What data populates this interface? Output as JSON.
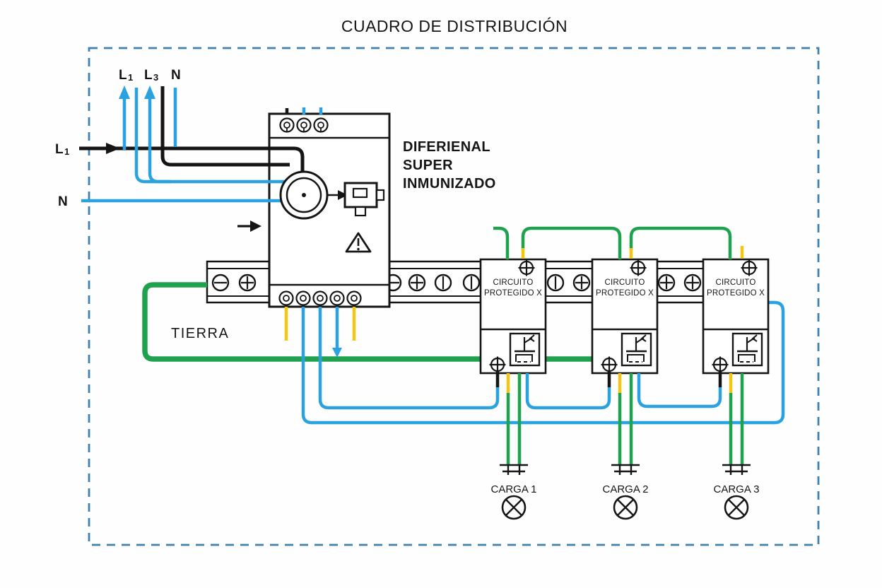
{
  "title": "CUADRO DE DISTRIBUCIÓN",
  "colors": {
    "phase_wire": "#151515",
    "neutral_wire": "#29a2df",
    "ground_wire": "#1ea24e",
    "control_wire": "#f5c513",
    "panel_border": "#4181ad"
  },
  "incoming": {
    "top_labels": [
      {
        "main": "L",
        "sub": "1"
      },
      {
        "main": "L",
        "sub": "3"
      },
      {
        "main": "N",
        "sub": ""
      }
    ],
    "left_phase": {
      "main": "L",
      "sub": "1"
    },
    "left_neutral": {
      "main": "N",
      "sub": ""
    }
  },
  "breaker": {
    "label_line1": "DIFERIENAL",
    "label_line2": "SUPER",
    "label_line3": "INMUNIZADO"
  },
  "ground_label": "TIERRA",
  "modules": [
    {
      "label_line1": "CIRCUITO",
      "label_line2": "PROTEGIDO X"
    },
    {
      "label_line1": "CIRCUITO",
      "label_line2": "PROTEGIDO X"
    },
    {
      "label_line1": "CIRCUITO",
      "label_line2": "PROTEGIDO X"
    }
  ],
  "loads": [
    {
      "label": "CARGA 1"
    },
    {
      "label": "CARGA 2"
    },
    {
      "label": "CARGA 3"
    }
  ]
}
